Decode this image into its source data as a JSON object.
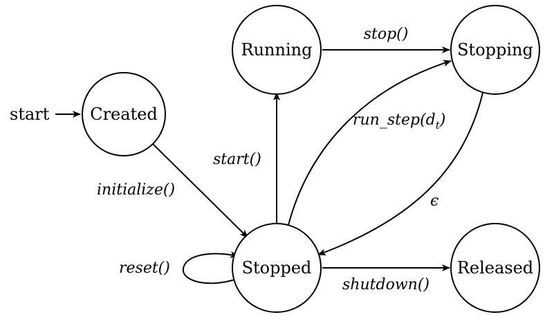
{
  "diagram": {
    "type": "state-machine",
    "start_label": "start",
    "states": {
      "created": "Created",
      "running": "Running",
      "stopping": "Stopping",
      "stopped": "Stopped",
      "released": "Released"
    },
    "transitions": {
      "initialize": "initialize()",
      "start": "start()",
      "stop": "stop()",
      "run_step": "run_step(d",
      "run_step_sub": "t",
      "run_step_close": ")",
      "epsilon": "ϵ",
      "reset": "reset()",
      "shutdown": "shutdown()"
    },
    "colors": {
      "stroke": "#000000",
      "fill": "#ffffff"
    }
  }
}
